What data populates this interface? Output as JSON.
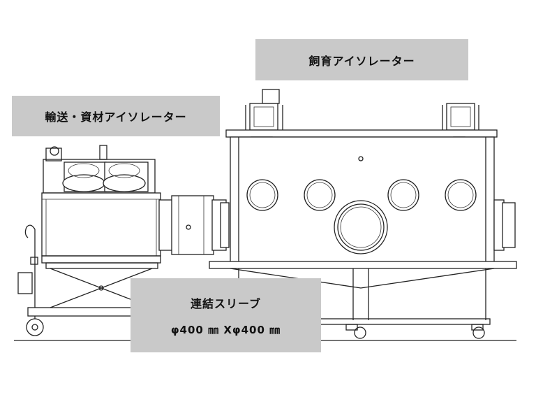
{
  "labels": {
    "breeding_isolator": "飼育アイソレーター",
    "transport_isolator": "輸送・資材アイソレーター",
    "sleeve_title": "連結スリーブ",
    "sleeve_size": "φ400 ㎜ Xφ400 ㎜"
  }
}
